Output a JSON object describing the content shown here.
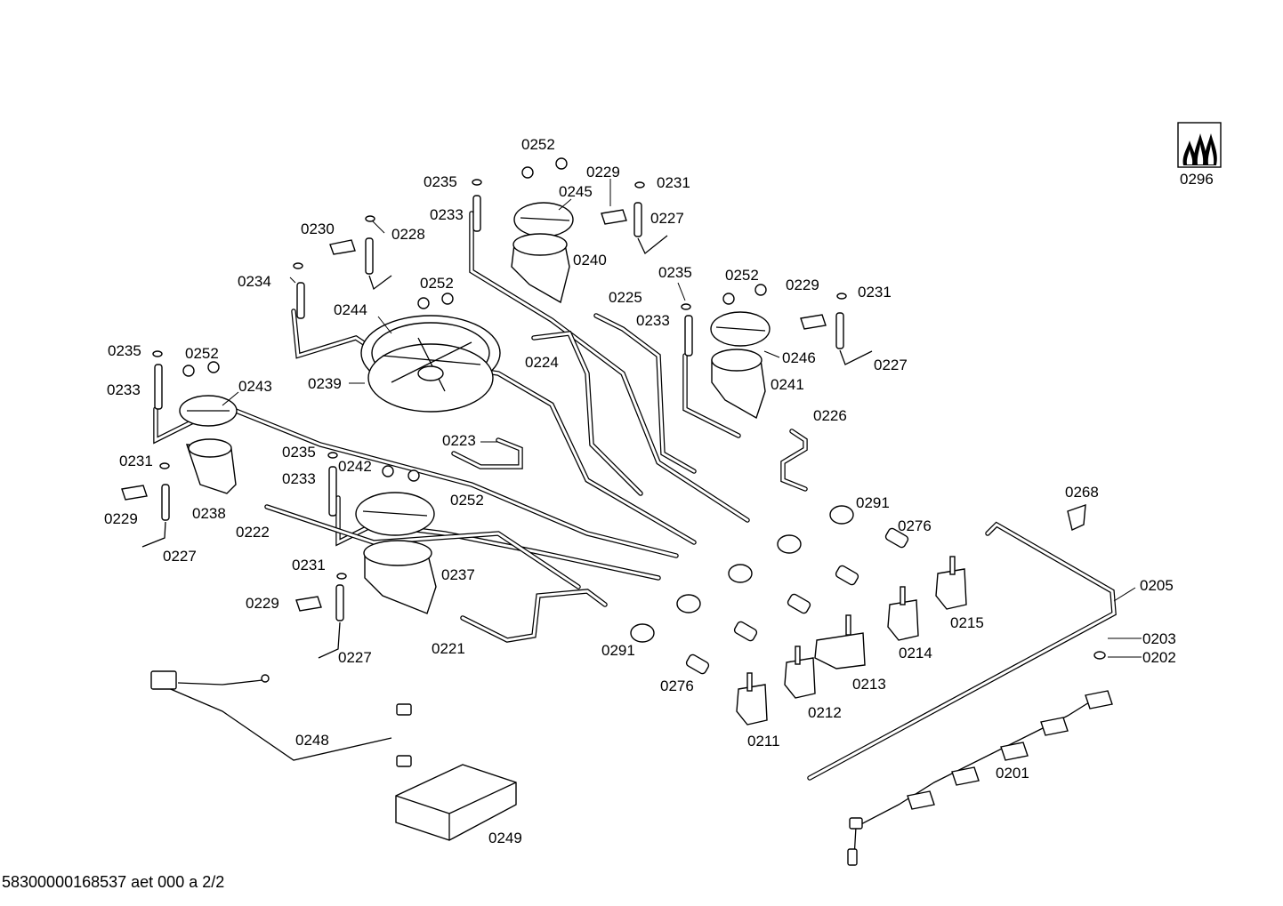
{
  "icon": {
    "name": "flame-icon"
  },
  "footer": {
    "text": "58300000168537 aet 000 a 2/2"
  },
  "labels": [
    {
      "id": "l0252a",
      "text": "0252"
    },
    {
      "id": "l0235a",
      "text": "0235"
    },
    {
      "id": "l0229a",
      "text": "0229"
    },
    {
      "id": "l0245",
      "text": "0245"
    },
    {
      "id": "l0231a",
      "text": "0231"
    },
    {
      "id": "l0233a",
      "text": "0233"
    },
    {
      "id": "l0227a",
      "text": "0227"
    },
    {
      "id": "l0230",
      "text": "0230"
    },
    {
      "id": "l0228",
      "text": "0228"
    },
    {
      "id": "l0240",
      "text": "0240"
    },
    {
      "id": "l0234",
      "text": "0234"
    },
    {
      "id": "l0252b",
      "text": "0252"
    },
    {
      "id": "l0235b",
      "text": "0235"
    },
    {
      "id": "l0252c",
      "text": "0252"
    },
    {
      "id": "l0225",
      "text": "0225"
    },
    {
      "id": "l0229b",
      "text": "0229"
    },
    {
      "id": "l0231b",
      "text": "0231"
    },
    {
      "id": "l0244",
      "text": "0244"
    },
    {
      "id": "l0233b",
      "text": "0233"
    },
    {
      "id": "l0224",
      "text": "0224"
    },
    {
      "id": "l0246",
      "text": "0246"
    },
    {
      "id": "l0227b",
      "text": "0227"
    },
    {
      "id": "l0235c",
      "text": "0235"
    },
    {
      "id": "l0252d",
      "text": "0252"
    },
    {
      "id": "l0233c",
      "text": "0233"
    },
    {
      "id": "l0243",
      "text": "0243"
    },
    {
      "id": "l0239",
      "text": "0239"
    },
    {
      "id": "l0241",
      "text": "0241"
    },
    {
      "id": "l0226",
      "text": "0226"
    },
    {
      "id": "l0223",
      "text": "0223"
    },
    {
      "id": "l0231c",
      "text": "0231"
    },
    {
      "id": "l0235d",
      "text": "0235"
    },
    {
      "id": "l0242",
      "text": "0242"
    },
    {
      "id": "l0233d",
      "text": "0233"
    },
    {
      "id": "l0252e",
      "text": "0252"
    },
    {
      "id": "l0229c",
      "text": "0229"
    },
    {
      "id": "l0238",
      "text": "0238"
    },
    {
      "id": "l0222",
      "text": "0222"
    },
    {
      "id": "l0227c",
      "text": "0227"
    },
    {
      "id": "l0291a",
      "text": "0291"
    },
    {
      "id": "l0276a",
      "text": "0276"
    },
    {
      "id": "l0268",
      "text": "0268"
    },
    {
      "id": "l0231d",
      "text": "0231"
    },
    {
      "id": "l0237",
      "text": "0237"
    },
    {
      "id": "l0229d",
      "text": "0229"
    },
    {
      "id": "l0205",
      "text": "0205"
    },
    {
      "id": "l0215",
      "text": "0215"
    },
    {
      "id": "l0221",
      "text": "0221"
    },
    {
      "id": "l0291b",
      "text": "0291"
    },
    {
      "id": "l0227d",
      "text": "0227"
    },
    {
      "id": "l0214",
      "text": "0214"
    },
    {
      "id": "l0203",
      "text": "0203"
    },
    {
      "id": "l0202",
      "text": "0202"
    },
    {
      "id": "l0213",
      "text": "0213"
    },
    {
      "id": "l0276b",
      "text": "0276"
    },
    {
      "id": "l0212",
      "text": "0212"
    },
    {
      "id": "l0211",
      "text": "0211"
    },
    {
      "id": "l0248",
      "text": "0248"
    },
    {
      "id": "l0201",
      "text": "0201"
    },
    {
      "id": "l0249",
      "text": "0249"
    },
    {
      "id": "l0296",
      "text": "0296"
    }
  ]
}
